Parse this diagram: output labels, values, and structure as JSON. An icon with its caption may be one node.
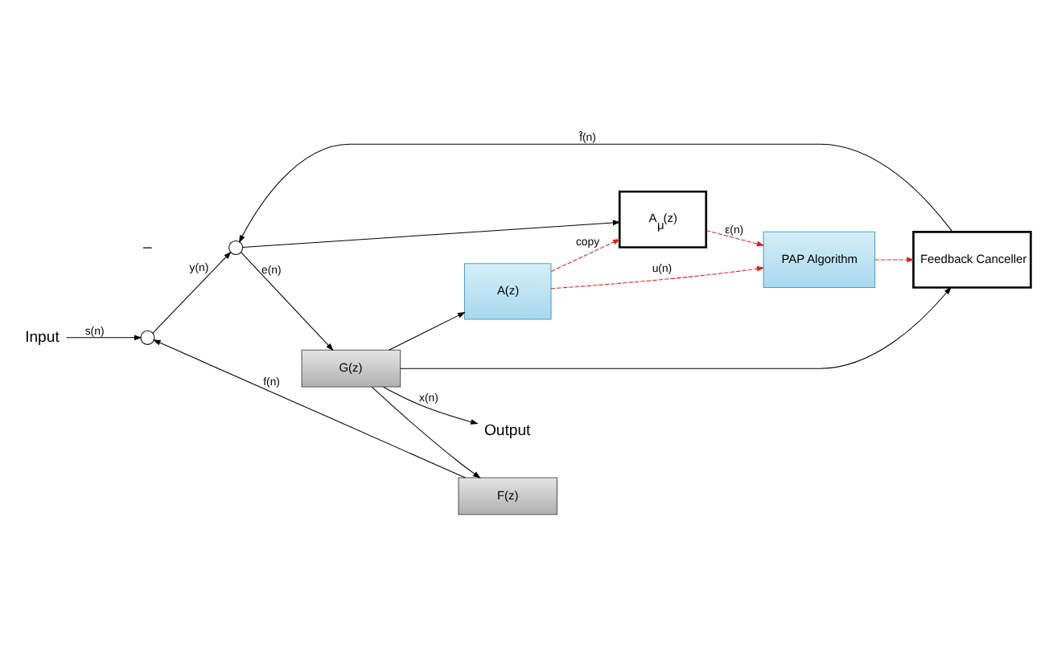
{
  "diagram": {
    "nodes": [
      {
        "text": [
          "Input"
        ]
      },
      {
        "text": [],
        "shape": "circle"
      },
      {
        "text": [],
        "shape": "circle"
      },
      {
        "text": [
          "F(z)"
        ]
      },
      {
        "text": [
          "G(z)"
        ]
      },
      {
        "text": [
          "Output"
        ]
      },
      {
        "text": [
          "Feedback Canceller"
        ]
      },
      {
        "text": [
          "A$_{μ}$(z)"
        ]
      },
      {
        "text": [
          "PAP Algorithm"
        ]
      },
      {
        "text": [
          "A(z)"
        ]
      }
    ],
    "edges": [
      {
        "from": 0,
        "to": 1,
        "arrow": "to",
        "label": "s(n)"
      },
      {
        "from": 3,
        "to": 1,
        "arrow": "to",
        "label": "f(n)"
      },
      {
        "from": 1,
        "to": 2,
        "arrow": "to",
        "label": "y(n)"
      },
      {
        "from": 2,
        "to": 4,
        "arrow": "to",
        "label": "e(n)"
      },
      {
        "from": 2,
        "to": 7,
        "arrow": "to"
      },
      {
        "from": 4,
        "to": 5,
        "arrow": "to",
        "label": "x(n)"
      },
      {
        "from": 4,
        "to": 3,
        "arrow": "to"
      },
      {
        "from": 4,
        "to": 6,
        "arrow": "to"
      },
      {
        "from": 4,
        "to": 9,
        "arrow": "to"
      },
      {
        "from": 6,
        "to": 2,
        "arrow": "to",
        "label": "f̂(n)"
      },
      {
        "from": 7,
        "to": 8,
        "arrow": "to",
        "label": "ε(n)",
        "style": "dashed",
        "color": "#e02020"
      },
      {
        "from": 9,
        "to": 8,
        "arrow": "to",
        "label": "u(n)",
        "style": "dashed",
        "color": "#e02020"
      },
      {
        "from": 8,
        "to": 6,
        "arrow": "to",
        "style": "dashed",
        "color": "#e02020"
      },
      {
        "from": 9,
        "to": 7,
        "arrow": "to",
        "label": "copy",
        "style": "dashed",
        "color": "#e02020"
      }
    ],
    "labels": [
      "–"
    ]
  }
}
